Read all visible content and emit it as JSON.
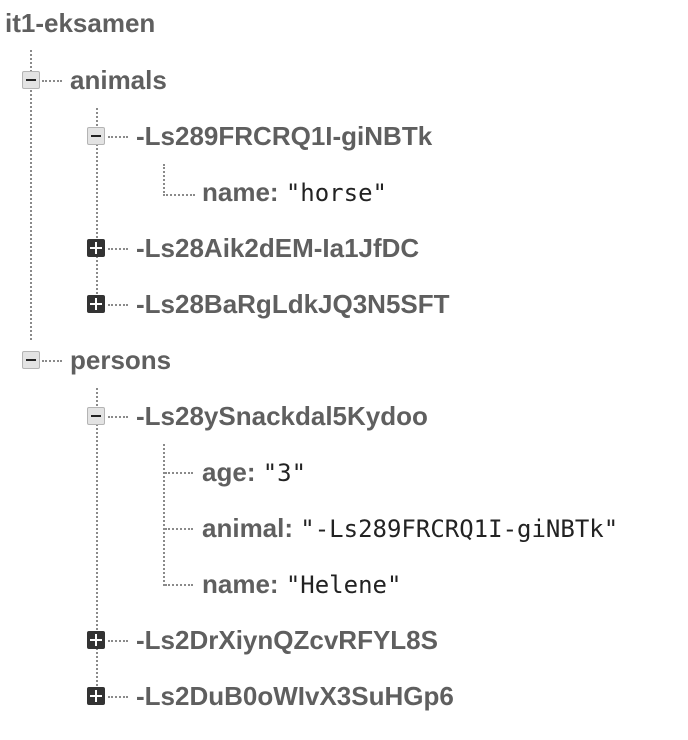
{
  "root": {
    "label": "it1-eksamen"
  },
  "animals": {
    "label": "animals",
    "children": [
      {
        "key": "-Ls289FRCRQ1I-giNBTk",
        "expanded": true,
        "fields": [
          {
            "name": "name",
            "separator": ":",
            "value": "\"horse\""
          }
        ]
      },
      {
        "key": "-Ls28Aik2dEM-Ia1JfDC",
        "expanded": false
      },
      {
        "key": "-Ls28BaRgLdkJQ3N5SFT",
        "expanded": false
      }
    ]
  },
  "persons": {
    "label": "persons",
    "children": [
      {
        "key": "-Ls28ySnackdal5Kydoo",
        "expanded": true,
        "fields": [
          {
            "name": "age",
            "separator": ":",
            "value": "\"3\""
          },
          {
            "name": "animal",
            "separator": ":",
            "value": "\"-Ls289FRCRQ1I-giNBTk\""
          },
          {
            "name": "name",
            "separator": ":",
            "value": "\"Helene\""
          }
        ]
      },
      {
        "key": "-Ls2DrXiynQZcvRFYL8S",
        "expanded": false
      },
      {
        "key": "-Ls2DuB0oWIvX3SuHGp6",
        "expanded": false
      }
    ]
  }
}
